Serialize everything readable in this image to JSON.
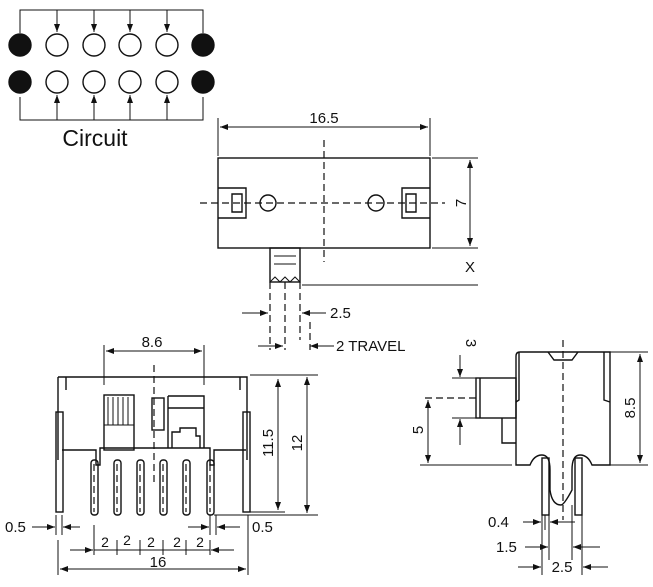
{
  "circuit": {
    "label": "Circuit"
  },
  "top_view": {
    "width_label": "16.5",
    "height_label": "7",
    "x_label": "X",
    "offset_label": "2.5",
    "travel_label": "2 TRAVEL"
  },
  "front_view": {
    "actuator_width": "8.6",
    "height_a": "11.5",
    "height_b": "12",
    "pin_width_left": "0.5",
    "pin_width_right": "0.5",
    "pitches": [
      "2",
      "2",
      "2",
      "2",
      "2"
    ],
    "total_width": "16"
  },
  "side_view": {
    "actuator_height": "3",
    "actuator_offset": "5",
    "body_height": "8.5",
    "pin_thickness": "0.4",
    "pin_gap": "1.5",
    "pin_span": "2.5"
  },
  "colors": {
    "ink": "#111111",
    "background": "#ffffff"
  }
}
